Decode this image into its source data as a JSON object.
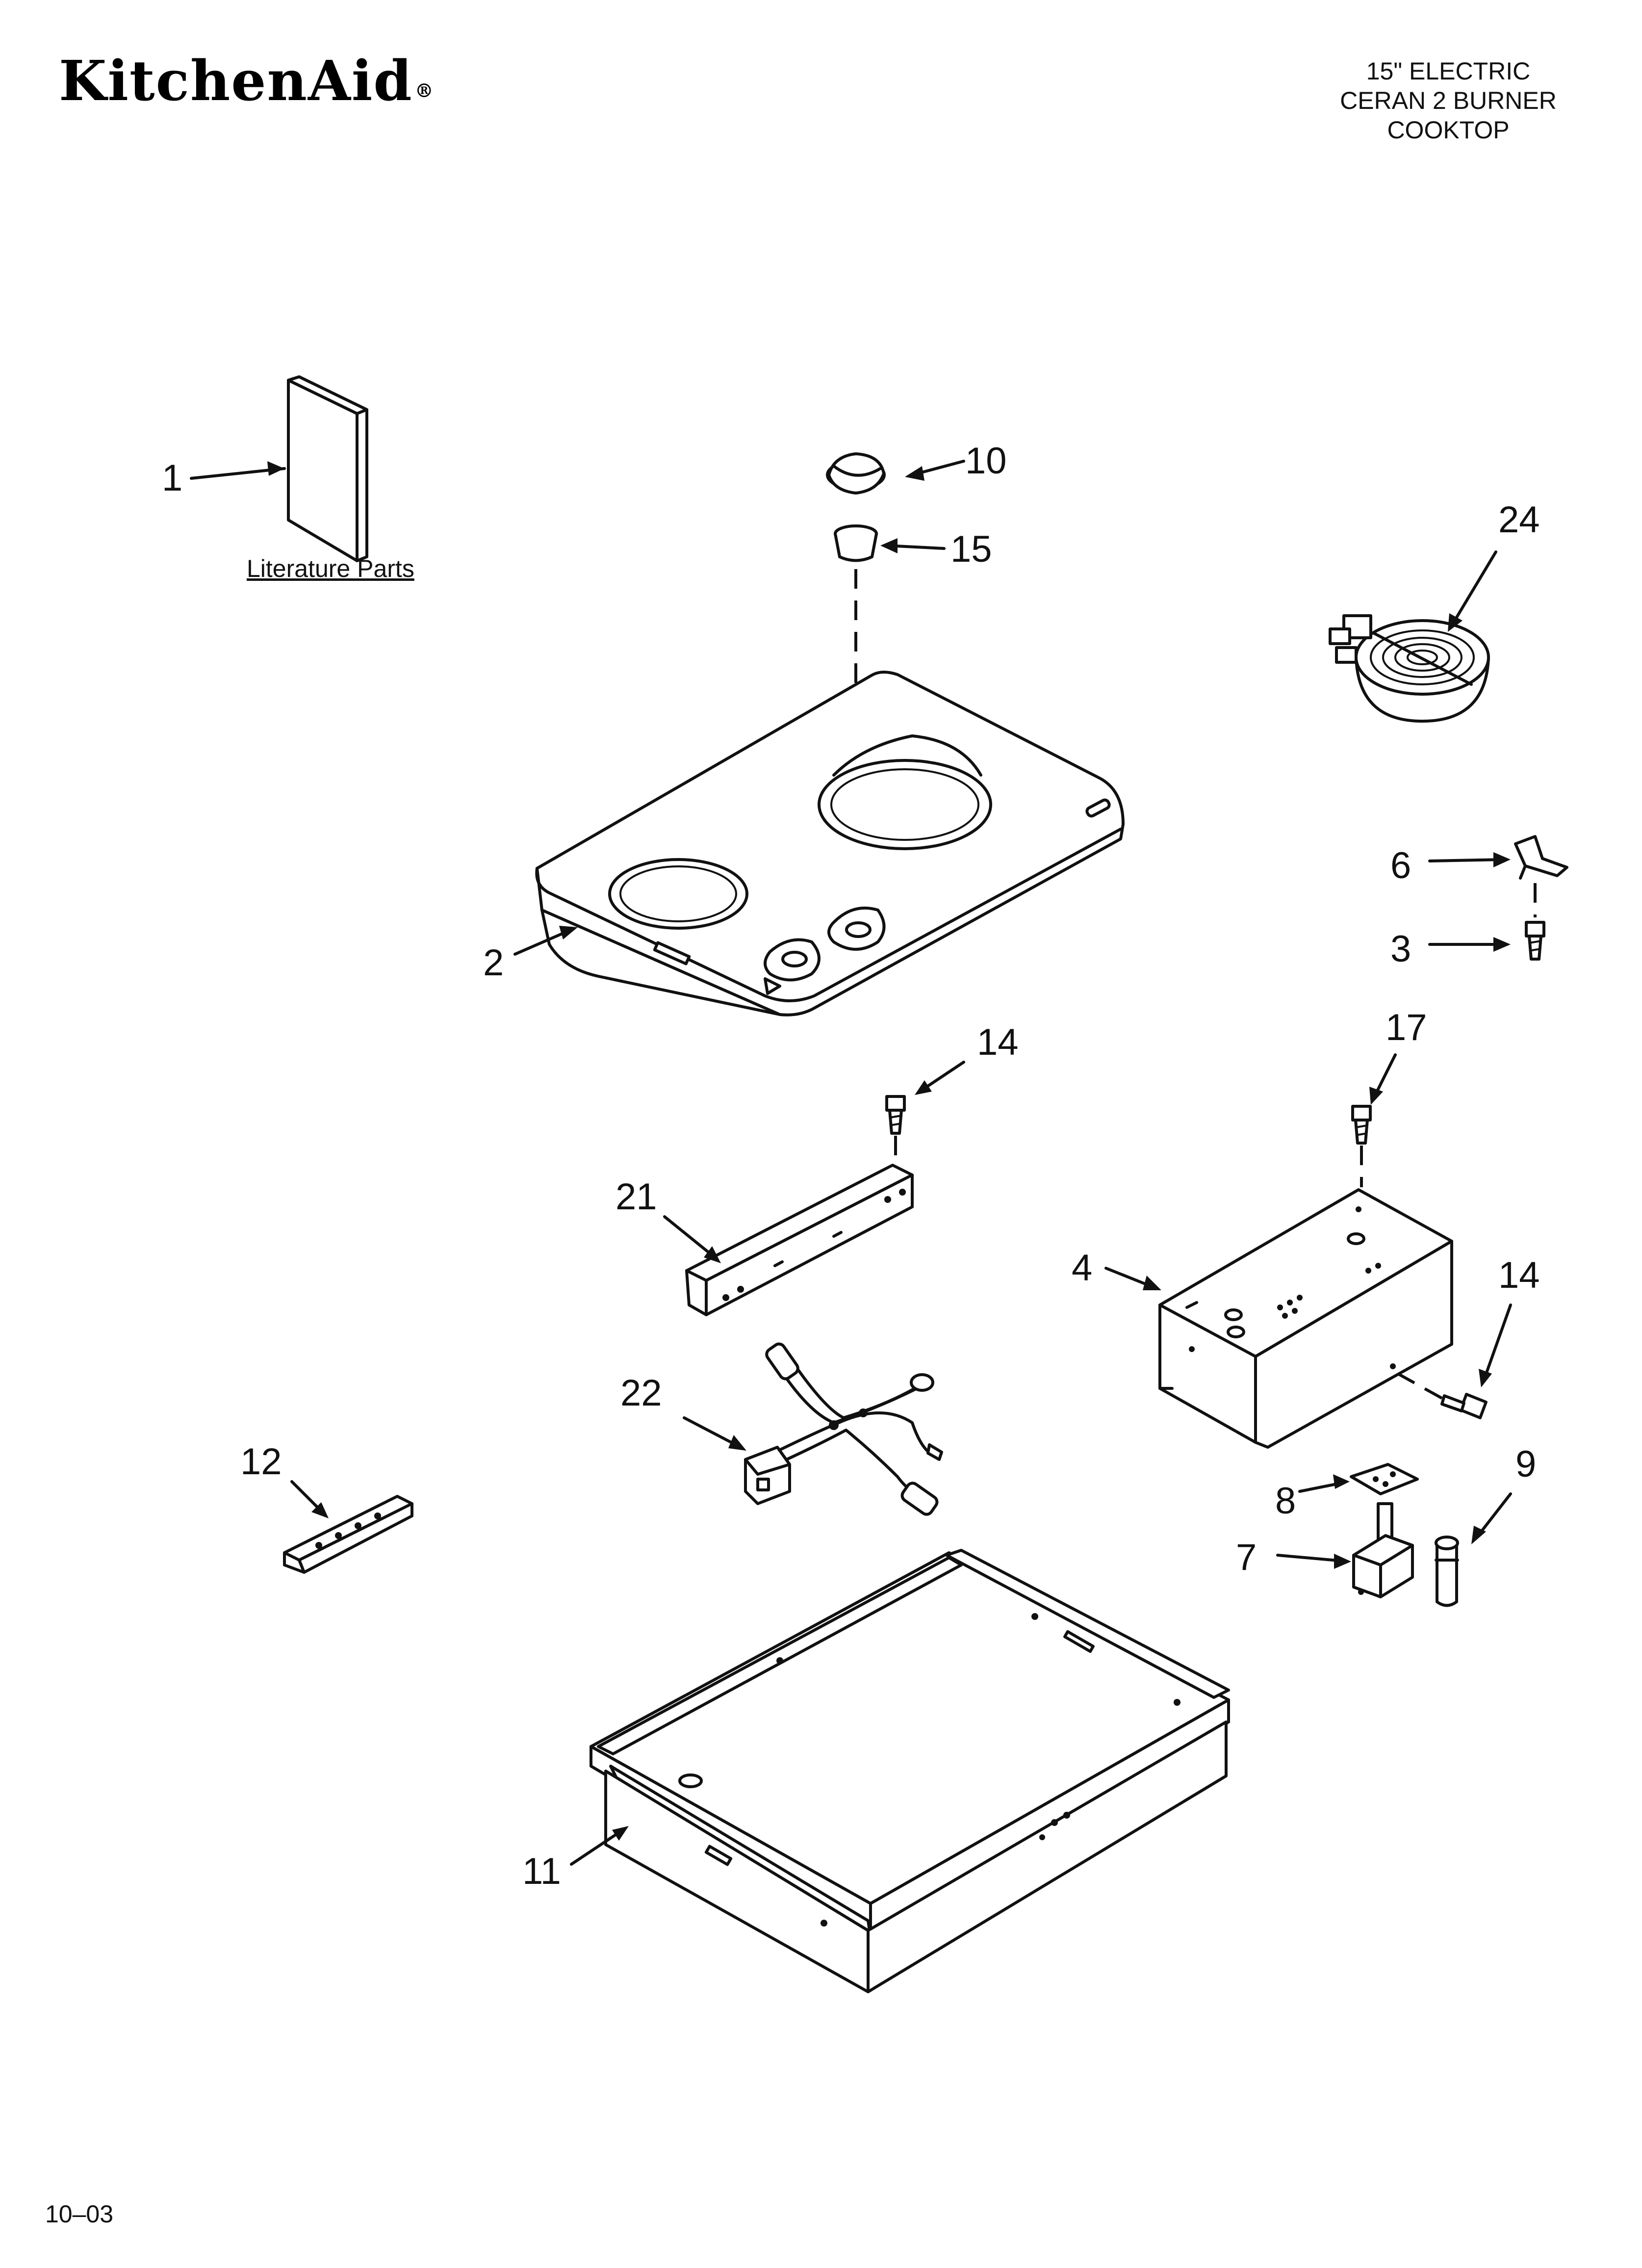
{
  "brand": {
    "name": "KitchenAid",
    "registered": "®"
  },
  "title_lines": [
    "15\" ELECTRIC",
    "CERAN 2 BURNER",
    "COOKTOP"
  ],
  "footer": {
    "code": "10–03"
  },
  "literature_label": "Literature Parts",
  "callouts": {
    "p1": "1",
    "p2": "2",
    "p3": "3",
    "p4": "4",
    "p6": "6",
    "p7": "7",
    "p8": "8",
    "p9": "9",
    "p10": "10",
    "p11": "11",
    "p12": "12",
    "p14a": "14",
    "p14b": "14",
    "p15": "15",
    "p17": "17",
    "p21": "21",
    "p22": "22",
    "p24": "24"
  }
}
